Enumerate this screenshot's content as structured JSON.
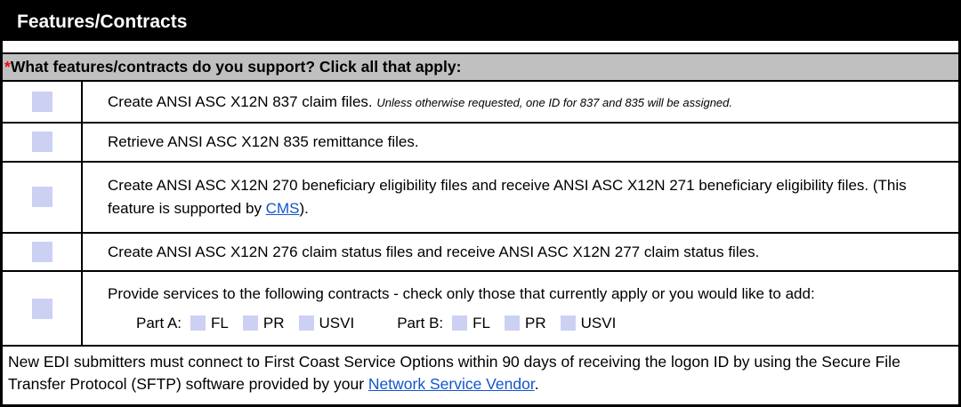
{
  "header": {
    "title": "Features/Contracts"
  },
  "question": {
    "required_mark": "*",
    "text": "What features/contracts do you support? Click all that apply:"
  },
  "rows": [
    {
      "text": "Create ANSI ASC X12N 837 claim files.",
      "note": "Unless otherwise requested, one ID for 837 and 835 will be assigned."
    },
    {
      "text": "Retrieve ANSI ASC X12N 835 remittance files."
    },
    {
      "text_before_link": "Create ANSI ASC X12N 270 beneficiary eligibility files and receive ANSI ASC X12N 271 beneficiary eligibility files. (This feature is supported by ",
      "link_text": "CMS",
      "text_after_link": ")."
    },
    {
      "text": "Create ANSI ASC X12N 276 claim status files and receive ANSI ASC X12N 277 claim status files."
    },
    {
      "text": "Provide services to the following contracts - check only those that currently apply or you would like to add:",
      "part_a_label": "Part A:",
      "part_b_label": "Part B:",
      "options": [
        "FL",
        "PR",
        "USVI"
      ]
    }
  ],
  "footer": {
    "text_before_link": "New EDI submitters must connect to First Coast Service Options within 90 days of receiving the logon ID by using the Secure File Transfer Protocol (SFTP) software provided by your ",
    "link_text": "Network Service Vendor",
    "text_after_link": "."
  },
  "colors": {
    "checkbox_fill": "#ccd1f3",
    "link": "#1155cc",
    "question_bg": "#c0c0c0",
    "required_mark": "#ff0000",
    "header_bg": "#000000"
  }
}
